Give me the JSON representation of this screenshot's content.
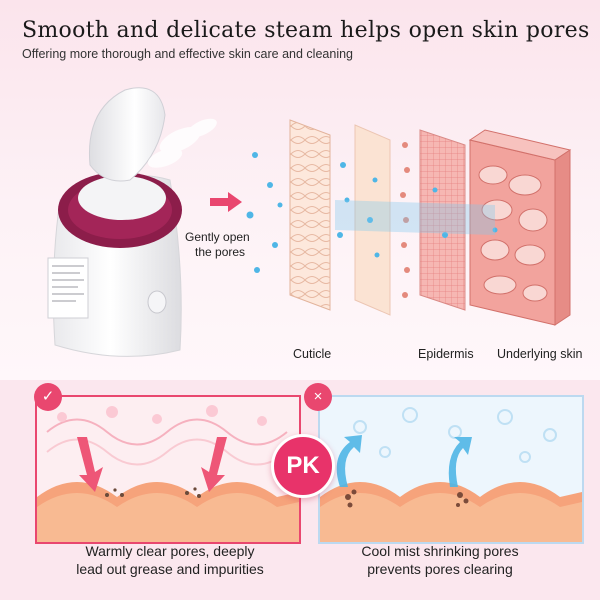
{
  "headline": "Smooth and delicate steam helps open skin pores",
  "subline": "Offering more thorough and effective skin care and cleaning",
  "gently_line1": "Gently open",
  "gently_line2": "the pores",
  "layers": {
    "cuticle": "Cuticle",
    "epidermis": "Epidermis",
    "underlying": "Underlying skin"
  },
  "comparison": {
    "vs_badge": "PK",
    "good_mark": "✓",
    "bad_mark": "×",
    "left_caption_line1": "Warmly clear pores, deeply",
    "left_caption_line2": "lead out grease and impurities",
    "right_caption_line1": "Cool mist shrinking pores",
    "right_caption_line2": "prevents pores clearing"
  },
  "colors": {
    "accent": "#e9476f",
    "device_ring": "#8c1d4a",
    "mist_blue": "#4fb6e6"
  }
}
